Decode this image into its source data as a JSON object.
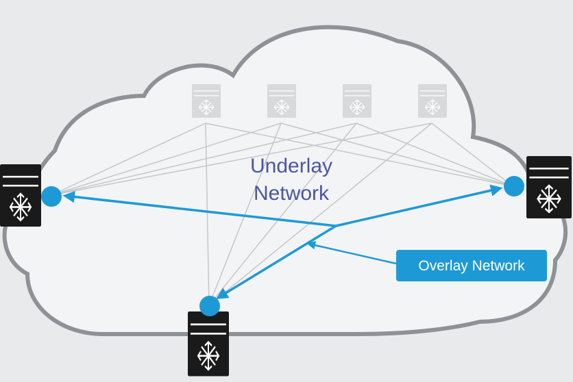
{
  "labels": {
    "underlay_line1": "Underlay",
    "underlay_line2": "Network",
    "overlay": "Overlay Network"
  },
  "colors": {
    "background": "#e9eaeb",
    "cloud_fill": "#f3f4f5",
    "cloud_stroke": "#8e9196",
    "underlay_text": "#4a55a8",
    "overlay_blue": "#1d9ad6",
    "switch_dark": "#1a1a1a",
    "switch_faded": "#d4d5d7",
    "mesh_line": "#c4c6c9"
  },
  "icons": {
    "switch": "network-switch-icon",
    "endpoint": "vtep-endpoint-dot"
  }
}
